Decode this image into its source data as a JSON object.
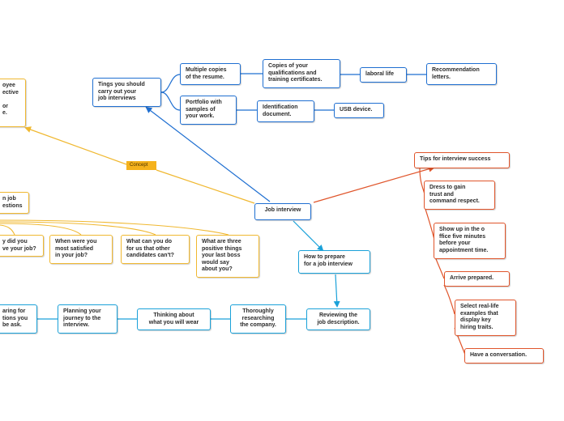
{
  "nodes": {
    "root": "Job interview",
    "tips_carry": "Tings you should\ncarry out your\njob interviews",
    "multiple_copies": "Multiple copies\nof the resume.",
    "copies_qual": "Copies of your\nqualifications and\ntraining certificates.",
    "laboral": "laboral life",
    "recommendation": "Recommendation\nletters.",
    "portfolio": "Portfolio with\nsamples of\nyour work.",
    "identification": "Identification\ndocument.",
    "usb": "USB device.",
    "tips_success": "Tips for interview success",
    "dress": "Dress to gain\ntrust and\ncommand respect.",
    "show_up": "Show up in the o\nffice five minutes\nbefore your\nappointment time.",
    "arrive": "Arrive prepared.",
    "select_examples": "Select real-life\nexamples that\ndisplay key\nhiring traits.",
    "conversation": "Have a conversation.",
    "prepare": "How to prepare\nfor a job interview",
    "reviewing": "Reviewing the\njob description.",
    "researching": "Thoroughly\nresearching\nthe company.",
    "thinking_wear": "Thinking about\nwhat you will wear",
    "planning": "Planning your\njourney to the\ninterview.",
    "preparing": "aring for\ntions you\nbe ask.",
    "employee": "oyee\nective\n\nor\ne.",
    "job_questions": "n job\nestions",
    "why_did_you": "y did you\nve your job?",
    "when_satisfied": "When were you\nmost satisfied\nin your job?",
    "what_others": "What can you do\nfor us that other\ncandidates can't?",
    "three_positive": "What are three\npositive things\nyour last boss\nwould say\nabout you?"
  },
  "concept_label": "Concept",
  "colors": {
    "blue": "#1f6fd1",
    "cyan": "#1aa1d9",
    "orange": "#e0552b",
    "yellow": "#f0b830",
    "tag": "#f5b21c"
  }
}
